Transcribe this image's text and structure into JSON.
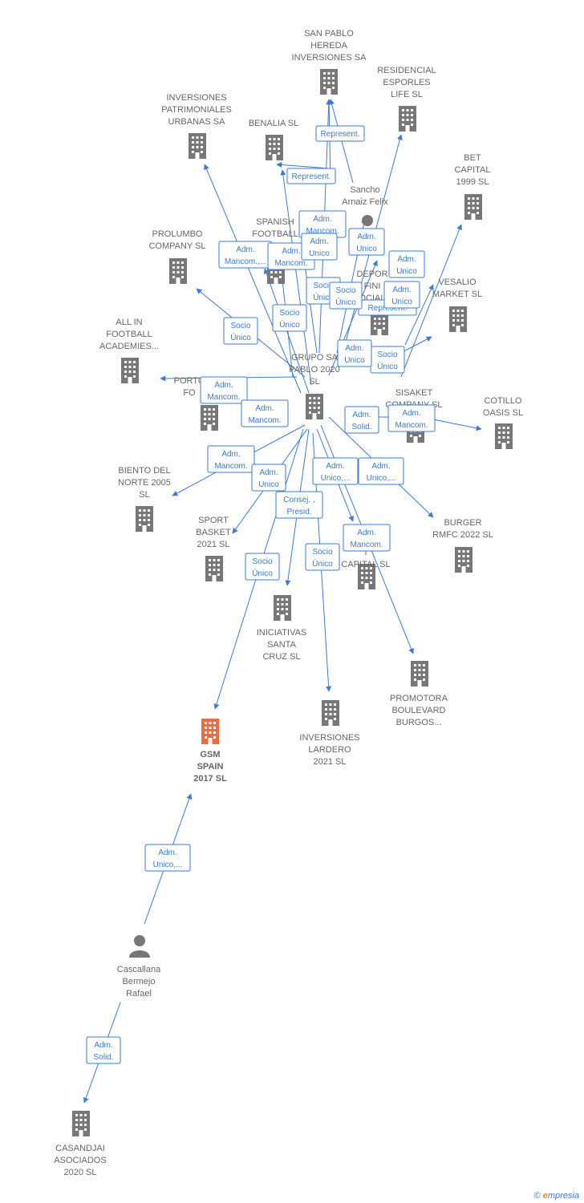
{
  "colors": {
    "edge": "#3a7bd5",
    "company_icon": "#777777",
    "focus_icon": "#f26b3a",
    "person_icon": "#777777",
    "label": "#666666"
  },
  "nodes": [
    {
      "id": "san-pablo-hereda",
      "type": "company",
      "label": [
        "SAN PABLO",
        "HEREDA",
        "INVERSIONES SA"
      ]
    },
    {
      "id": "residencial-esporles",
      "type": "company",
      "label": [
        "RESIDENCIAL",
        "ESPORLES",
        "LIFE  SL"
      ]
    },
    {
      "id": "inversiones-patrimoniales",
      "type": "company",
      "label": [
        "INVERSIONES",
        "PATRIMONIALES",
        "URBANAS SA"
      ]
    },
    {
      "id": "benalia",
      "type": "company",
      "label": [
        "BENALIA  SL"
      ]
    },
    {
      "id": "bet-capital",
      "type": "company",
      "label": [
        "BET",
        "CAPITAL",
        "1999  SL"
      ]
    },
    {
      "id": "sancho-arnaiz",
      "type": "person",
      "label": [
        "Sancho",
        "Arnaiz Felix"
      ]
    },
    {
      "id": "spanish-football",
      "type": "company",
      "label": [
        "SPANISH",
        "FOOTBALL"
      ]
    },
    {
      "id": "prolumbo",
      "type": "company",
      "label": [
        "PROLUMBO",
        "COMPANY  SL"
      ]
    },
    {
      "id": "deporte-infinity",
      "type": "company",
      "label": [
        "DEPOR",
        "FINI",
        "OCIAL"
      ]
    },
    {
      "id": "vesalio",
      "type": "company",
      "label": [
        "VESALIO",
        "MARKET  SL"
      ]
    },
    {
      "id": "all-in-football",
      "type": "company",
      "label": [
        "ALL IN",
        "FOOTBALL",
        "ACADEMIES..."
      ]
    },
    {
      "id": "grupo-san-pablo",
      "type": "company",
      "label": [
        "GRUPO SA",
        "PABLO 2020",
        "SL"
      ]
    },
    {
      "id": "porto-football",
      "type": "company",
      "label": [
        "PORTO",
        "FO"
      ]
    },
    {
      "id": "sisaket",
      "type": "company",
      "label": [
        "SISAKET",
        "COMPANY  SL"
      ]
    },
    {
      "id": "cotillo-oasis",
      "type": "company",
      "label": [
        "COTILLO",
        "OASIS  SL"
      ]
    },
    {
      "id": "biento-del-norte",
      "type": "company",
      "label": [
        "BIENTO DEL",
        "NORTE 2005",
        "SL"
      ]
    },
    {
      "id": "sport-basket",
      "type": "company",
      "label": [
        "SPORT",
        "BASKET",
        "2021  SL"
      ]
    },
    {
      "id": "burger-rmfc",
      "type": "company",
      "label": [
        "BURGER",
        "RMFC 2022  SL"
      ]
    },
    {
      "id": "investment-capital",
      "type": "company",
      "label": [
        "IN",
        "T",
        "CAPITAL  SL"
      ]
    },
    {
      "id": "iniciativas-santa-cruz",
      "type": "company",
      "label": [
        "INICIATIVAS",
        "SANTA",
        "CRUZ  SL"
      ]
    },
    {
      "id": "promotora-boulevard",
      "type": "company",
      "label": [
        "PROMOTORA",
        "BOULEVARD",
        "BURGOS..."
      ]
    },
    {
      "id": "inversiones-lardero",
      "type": "company",
      "label": [
        "INVERSIONES",
        "LARDERO",
        "2021  SL"
      ]
    },
    {
      "id": "gsm-spain",
      "type": "focus",
      "label": [
        "GSM",
        "SPAIN",
        "2017  SL"
      ]
    },
    {
      "id": "cascallana",
      "type": "person",
      "label": [
        "Cascallana",
        "Bermejo",
        "Rafael"
      ]
    },
    {
      "id": "casandjai",
      "type": "company",
      "label": [
        "CASANDJAI",
        "ASOCIADOS",
        "2020  SL"
      ]
    }
  ],
  "edge_labels": [
    {
      "id": "e-represent-1",
      "text": [
        "Represent."
      ]
    },
    {
      "id": "e-represent-2",
      "text": [
        "Represent."
      ]
    },
    {
      "id": "e-represent-3",
      "text": [
        "Represent."
      ]
    },
    {
      "id": "e-adm-mancom-1",
      "text": [
        "Adm.",
        "Mancom."
      ]
    },
    {
      "id": "e-adm-mancom-2",
      "text": [
        "Adm.",
        "Mancom.,..."
      ]
    },
    {
      "id": "e-adm-mancom-3",
      "text": [
        "Adm.",
        "Mancom."
      ]
    },
    {
      "id": "e-adm-unico-1",
      "text": [
        "Adm.",
        "Unico"
      ]
    },
    {
      "id": "e-adm-unico-2",
      "text": [
        "Adm.",
        "Unico"
      ]
    },
    {
      "id": "e-adm-unico-3",
      "text": [
        "Adm.",
        "Unico"
      ]
    },
    {
      "id": "e-adm-unico-4",
      "text": [
        "Adm.",
        "Unico"
      ]
    },
    {
      "id": "e-socio-unico-1",
      "text": [
        "Socio",
        "Único"
      ]
    },
    {
      "id": "e-socio-unico-2",
      "text": [
        "Socio",
        "Único"
      ]
    },
    {
      "id": "e-socio-unico-3",
      "text": [
        "Socio",
        "Único"
      ]
    },
    {
      "id": "e-socio-unico-4",
      "text": [
        "Socio",
        "Único"
      ]
    },
    {
      "id": "e-socio-unico-5",
      "text": [
        "Socio",
        "Único"
      ]
    },
    {
      "id": "e-socio-unico-6",
      "text": [
        "Socio",
        "Único"
      ]
    },
    {
      "id": "e-adm-unico-5",
      "text": [
        "Adm.",
        "Unico"
      ]
    },
    {
      "id": "e-adm-unico-6",
      "text": [
        "Adm.",
        "Unico"
      ]
    },
    {
      "id": "e-adm-mancom-4",
      "text": [
        "Adm.",
        "Mancom."
      ]
    },
    {
      "id": "e-adm-mancom-5",
      "text": [
        "Adm.",
        "Mancom."
      ]
    },
    {
      "id": "e-adm-mancom-6",
      "text": [
        "Adm.",
        "Mancom."
      ]
    },
    {
      "id": "e-adm-solid-1",
      "text": [
        "Adm.",
        "Solid."
      ]
    },
    {
      "id": "e-adm-mancom-7",
      "text": [
        "Adm.",
        "Mancom."
      ]
    },
    {
      "id": "e-adm-unico-7",
      "text": [
        "Adm.",
        "Unico"
      ]
    },
    {
      "id": "e-adm-unico-8",
      "text": [
        "Adm.",
        "Unico,..."
      ]
    },
    {
      "id": "e-adm-unico-9",
      "text": [
        "Adm.",
        "Unico,..."
      ]
    },
    {
      "id": "e-consej-presid",
      "text": [
        "Consej. ,",
        "Presid."
      ]
    },
    {
      "id": "e-adm-mancom-8",
      "text": [
        "Adm.",
        "Mancom."
      ]
    },
    {
      "id": "e-socio-unico-7",
      "text": [
        "Socio",
        "Único"
      ]
    },
    {
      "id": "e-socio-unico-8",
      "text": [
        "Socio",
        "Único"
      ]
    },
    {
      "id": "e-adm-unico-10",
      "text": [
        "Adm.",
        "Unico,..."
      ]
    },
    {
      "id": "e-adm-solid-2",
      "text": [
        "Adm.",
        "Solid."
      ]
    }
  ],
  "copyright": {
    "symbol": "©",
    "brand_e": "e",
    "brand_rest": "mpresia"
  }
}
